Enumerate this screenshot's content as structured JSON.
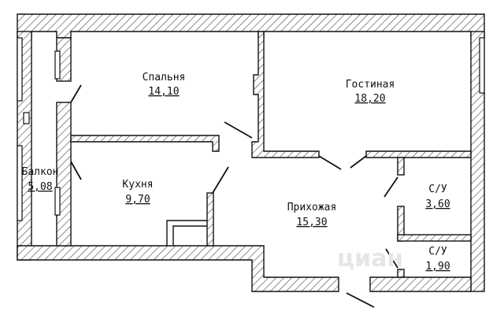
{
  "rooms": {
    "bedroom": {
      "name": "Спальня",
      "area": "14,10"
    },
    "living": {
      "name": "Гостиная",
      "area": "18,20"
    },
    "balcony": {
      "name": "Балкон",
      "area": "5,08"
    },
    "kitchen": {
      "name": "Кухня",
      "area": "9,70"
    },
    "hall": {
      "name": "Прихожая",
      "area": "15,30"
    },
    "bath1": {
      "name": "С/У",
      "area": "3,60"
    },
    "bath2": {
      "name": "С/У",
      "area": "1,90"
    }
  },
  "watermark": "циан"
}
